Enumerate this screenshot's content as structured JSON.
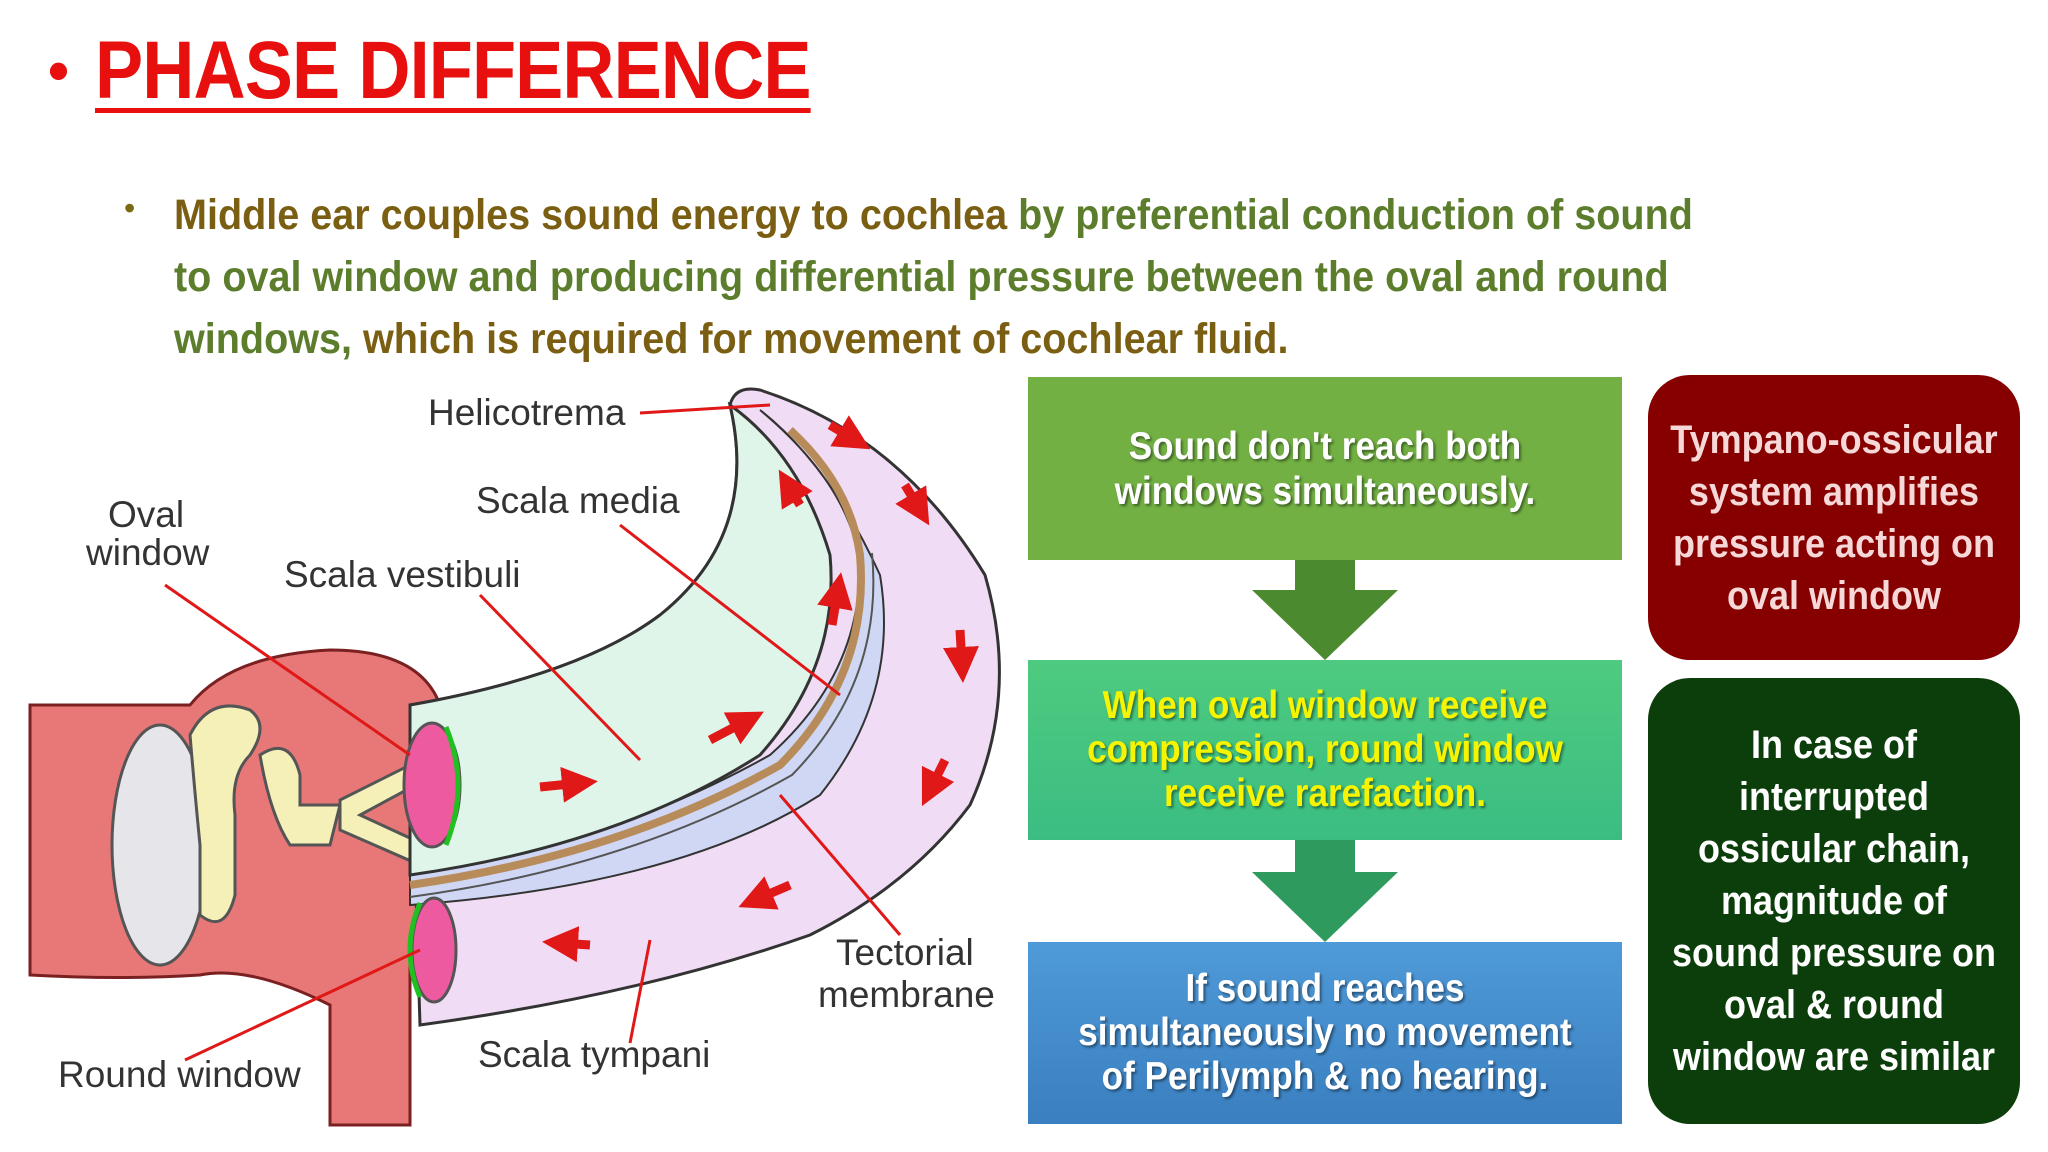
{
  "title": {
    "bullet": "•",
    "text": "PHASE DIFFERENCE"
  },
  "paragraph": {
    "bullet": "•",
    "part1": "Middle ear couples sound energy to cochlea",
    "part2": " by preferential conduction of sound to oval window and producing differential pressure between the oval and round windows,",
    "part3": " which is required for movement of cochlear fluid."
  },
  "diagram": {
    "labels": {
      "helicotrema": "Helicotrema",
      "scala_media": "Scala media",
      "oval_window_1": "Oval",
      "oval_window_2": "window",
      "scala_vestibuli": "Scala vestibuli",
      "tectorial_1": "Tectorial",
      "tectorial_2": "membrane",
      "round_window": "Round window",
      "scala_tympani": "Scala tympani"
    }
  },
  "flow": {
    "box1": "Sound don't reach both windows simultaneously.",
    "box2": "When oval window receive compression, round window receive rarefaction.",
    "box3": "If sound reaches simultaneously no movement of Perilymph & no hearing."
  },
  "side": {
    "box_red": "Tympano-ossicular system amplifies pressure acting on oval window",
    "box_green": "In case of interrupted ossicular chain, magnitude of sound pressure on oval & round window are similar"
  },
  "colors": {
    "title": "#e8100e",
    "olive_text": "#7a5e12",
    "green_text": "#5c7d2c",
    "box1": "#72b043",
    "box2": "#3bbd82",
    "box2_text": "#f6f400",
    "box3": "#3a7fc0",
    "red_box": "#860000",
    "dark_green_box": "#0c3e0c"
  }
}
